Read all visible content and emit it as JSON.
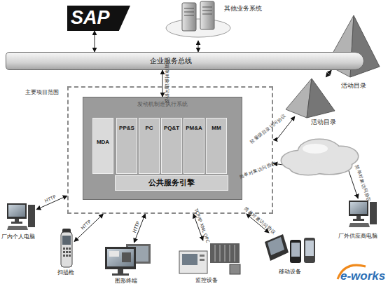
{
  "diagram": {
    "nodes": [
      {
        "text": [
          "SAP"
        ]
      },
      {
        "text": [
          "其他业务系统"
        ]
      },
      {
        "text": [
          "企业服务总线"
        ]
      },
      {
        "text": [
          "活动目录"
        ]
      },
      {
        "text": [
          "活动目录"
        ]
      },
      {
        "text": [
          "主要项目范围"
        ]
      },
      {
        "text": [
          "发动机制造执行系统"
        ],
        "in": 5
      },
      {
        "text": [
          "MDA"
        ],
        "in": 6
      },
      {
        "text": [
          "PP&S"
        ],
        "in": 6
      },
      {
        "text": [
          "PC"
        ],
        "in": 6
      },
      {
        "text": [
          "PQ&T"
        ],
        "in": 6
      },
      {
        "text": [
          "PM&A"
        ],
        "in": 6
      },
      {
        "text": [
          "MM"
        ],
        "in": 6
      },
      {
        "text": [
          "公共服务引擎"
        ],
        "in": 6
      },
      {
        "text": [
          "厂内个人电脑"
        ]
      },
      {
        "text": [
          "扫描枪"
        ]
      },
      {
        "text": [
          "图形终端"
        ]
      },
      {
        "text": [
          "监控设备"
        ]
      },
      {
        "text": [
          "移动设备"
        ]
      },
      {
        "text": [
          "厂外供应商电脑"
        ]
      }
    ],
    "edges": [
      {
        "from": 0,
        "to": 2,
        "arrow": "both"
      },
      {
        "from": 1,
        "to": 2,
        "arrow": "both"
      },
      {
        "from": 2,
        "to": 6,
        "arrow": "both",
        "label": "简单对象访问协议"
      },
      {
        "from": 3,
        "to": 4,
        "arrow": "both"
      },
      {
        "from": 5,
        "to": 4,
        "arrow": "both",
        "label": "轻量级目录访问协议"
      },
      {
        "from": 5,
        "to": 19,
        "arrow": "both",
        "label": "简单对象访问协议"
      },
      {
        "from": 5,
        "to": 14,
        "arrow": "both",
        "label": "HTTP"
      },
      {
        "from": 5,
        "to": 15,
        "arrow": "both",
        "label": "HTTP"
      },
      {
        "from": 5,
        "to": 16,
        "arrow": "both",
        "label": "HTTP"
      },
      {
        "from": 5,
        "to": 17,
        "arrow": "both",
        "label": "TCP/IP XML OPC"
      },
      {
        "from": 5,
        "to": 18,
        "arrow": "both",
        "label": "简单对象访问协议"
      }
    ],
    "labels": [
      "简单对象访问协议",
      "e-works"
    ]
  }
}
